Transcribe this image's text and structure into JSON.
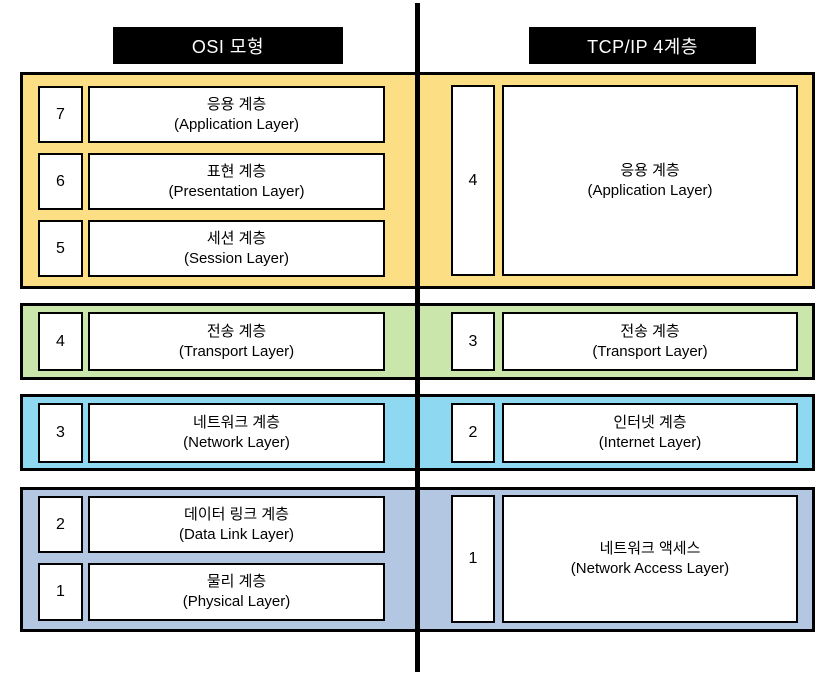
{
  "header": {
    "left": "OSI 모형",
    "right": "TCP/IP 4계층"
  },
  "colors": {
    "application": "#FCDE85",
    "transport": "#CAE6AB",
    "network": "#8FD8F2",
    "link": "#B4C7E2",
    "header_bg": "#000000",
    "header_text": "#FFFFFF",
    "box_border": "#000000"
  },
  "osi": {
    "layers": [
      {
        "number": "7",
        "name": "응용 계층",
        "en": "(Application Layer)",
        "group": "application"
      },
      {
        "number": "6",
        "name": "표현 계층",
        "en": "(Presentation Layer)",
        "group": "application"
      },
      {
        "number": "5",
        "name": "세션 계층",
        "en": "(Session Layer)",
        "group": "application"
      },
      {
        "number": "4",
        "name": "전송 계층",
        "en": "(Transport Layer)",
        "group": "transport"
      },
      {
        "number": "3",
        "name": "네트워크 계층",
        "en": "(Network Layer)",
        "group": "network"
      },
      {
        "number": "2",
        "name": "데이터 링크 계층",
        "en": "(Data Link Layer)",
        "group": "link"
      },
      {
        "number": "1",
        "name": "물리 계층",
        "en": "(Physical Layer)",
        "group": "link"
      }
    ]
  },
  "tcpip": {
    "layers": [
      {
        "number": "4",
        "name": "응용 계층",
        "en": "(Application Layer)",
        "group": "application"
      },
      {
        "number": "3",
        "name": "전송 계층",
        "en": "(Transport Layer)",
        "group": "transport"
      },
      {
        "number": "2",
        "name": "인터넷 계층",
        "en": "(Internet Layer)",
        "group": "network"
      },
      {
        "number": "1",
        "name": "네트워크 액세스",
        "en": "(Network Access Layer)",
        "group": "link"
      }
    ]
  }
}
